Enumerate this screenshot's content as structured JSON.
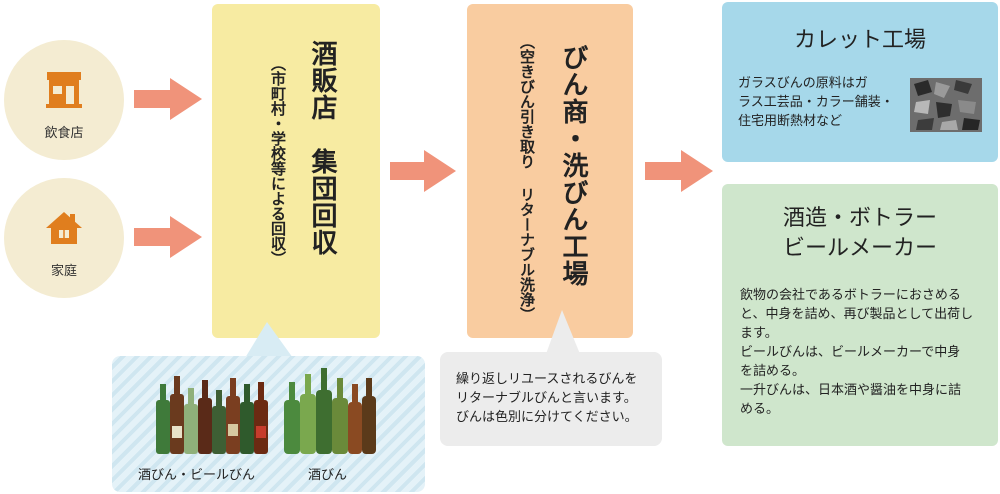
{
  "left_nodes": {
    "restaurant": {
      "label": "飲食店",
      "icon": "shop-icon"
    },
    "home": {
      "label": "家庭",
      "icon": "house-icon"
    }
  },
  "liquor_store": {
    "title": "酒販店　集団回収",
    "subtitle": "（市町村・学校等による回収）"
  },
  "bottle_dealer": {
    "title": "びん商・洗びん工場",
    "subtitle": "（空きびん引き取り リターナブル洗浄）"
  },
  "bottle_photos": {
    "caption_left": "酒びん・ビールびん",
    "caption_right": "酒びん"
  },
  "returnable_note": "繰り返しリユースされるびんを\nリターナブルびんと言います。\nびんは色別に分けてください。",
  "cullet_factory": {
    "title": "カレット工場",
    "text": "ガラスびんの原料はガ\nラス工芸品・カラー舗装・\n住宅用断熱材など"
  },
  "brewery": {
    "title_line1": "酒造・ボトラー",
    "title_line2": "ビールメーカー",
    "text": "飲物の会社であるボトラーにおさめる\nと、中身を詰め、再び製品として出荷し\nます。\nビールびんは、ビールメーカーで中身\nを詰める。\n一升びんは、日本酒や醤油を中身に詰\nめる。"
  },
  "colors": {
    "circle": "#f4ecd2",
    "icon": "#e07e1e",
    "arrow": "#f0937a",
    "yellow": "#f7eba2",
    "peach": "#f9cca0",
    "blue": "#a6d8ea",
    "green": "#cfe6cc",
    "gray": "#ececec"
  }
}
